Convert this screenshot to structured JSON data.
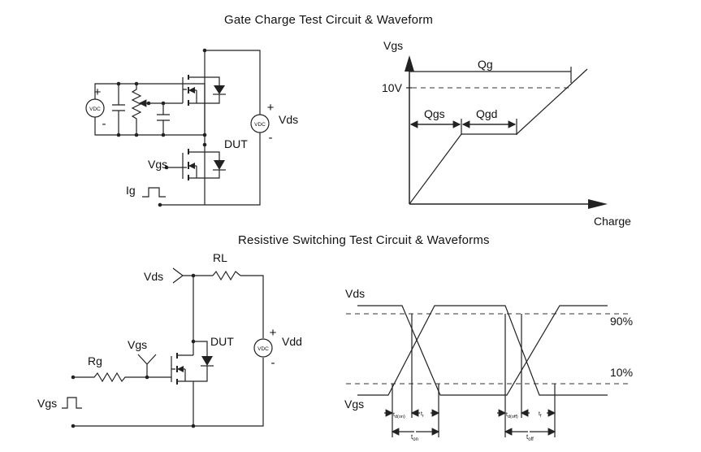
{
  "titles": {
    "gate_charge": "Gate Charge Test Circuit & Waveform",
    "resistive": "Resistive Switching Test Circuit & Waveforms"
  },
  "gate_circuit": {
    "source_left": "VDC",
    "plus": "+",
    "minus": "-",
    "source_right": "VDC",
    "vds": "Vds",
    "dut": "DUT",
    "vgs": "Vgs",
    "ig": "Ig"
  },
  "gate_waveform": {
    "y_axis": "Vgs",
    "x_axis": "Charge",
    "level": "10V",
    "qg": "Qg",
    "qgs": "Qgs",
    "qgd": "Qgd"
  },
  "res_circuit": {
    "vds": "Vds",
    "rl": "RL",
    "vgs": "Vgs",
    "rg": "Rg",
    "dut": "DUT",
    "vdd": "Vdd",
    "source": "VDC",
    "plus": "+",
    "minus": "-",
    "vgs_pulse": "Vgs"
  },
  "res_waveform": {
    "vds": "Vds",
    "vgs": "Vgs",
    "p90": "90%",
    "p10": "10%",
    "td_on_t": "t",
    "td_on_sub": "d(on)",
    "tr_t": "t",
    "tr_sub": "r",
    "td_off_t": "t",
    "td_off_sub": "d(off)",
    "tf_t": "t",
    "tf_sub": "f",
    "ton_t": "t",
    "ton_sub": "on",
    "toff_t": "t",
    "toff_sub": "off"
  }
}
